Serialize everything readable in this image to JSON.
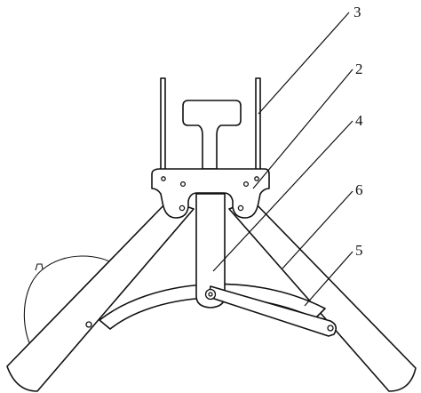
{
  "labels": {
    "part_3": "3",
    "part_2": "2",
    "part_4": "4",
    "part_6": "6",
    "part_5": "5"
  }
}
